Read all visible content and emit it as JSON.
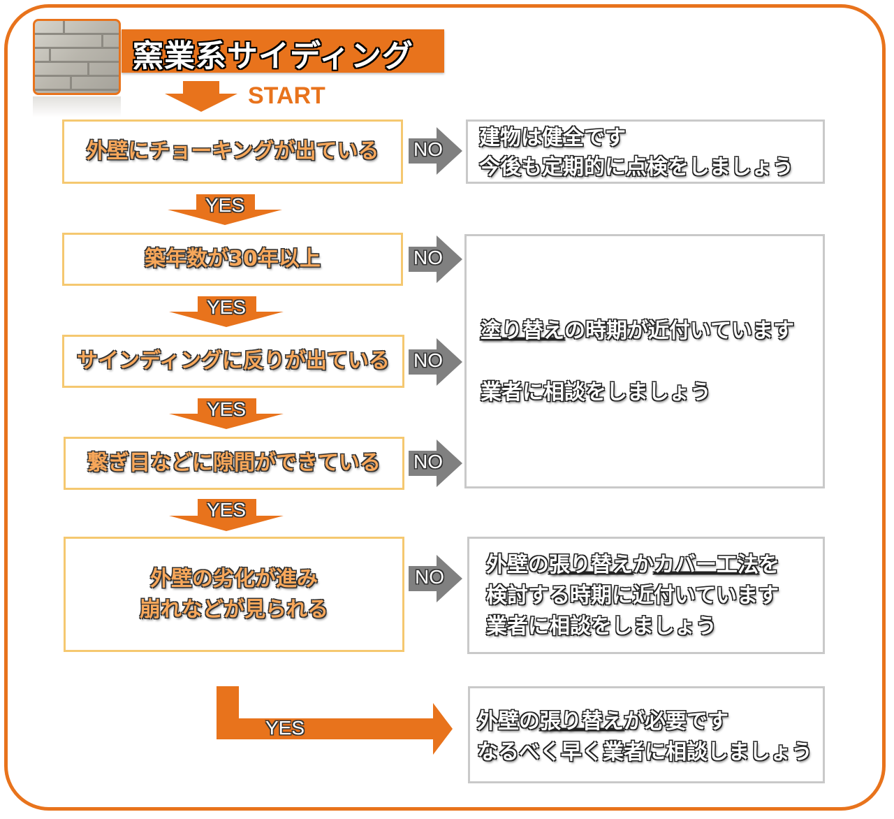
{
  "header": {
    "title": "窯業系サイディング",
    "start_label": "START"
  },
  "questions": [
    {
      "text": "外壁にチョーキングが出ている"
    },
    {
      "text": "築年数が30年以上"
    },
    {
      "text": "サインディングに反りが出ている"
    },
    {
      "text": "繋ぎ目などに隙間ができている"
    },
    {
      "text": "外壁の劣化が進み\n崩れなどが見られる"
    }
  ],
  "labels": {
    "yes": "YES",
    "no": "NO"
  },
  "results": {
    "healthy": {
      "line1": "建物は健全です",
      "line2": "今後も定期的に点検をしましょう"
    },
    "repaint": {
      "line1_underlined": "塗り替え",
      "line1_rest": "の時期が近付いています",
      "line2": "業者に相談をしましょう"
    },
    "cover": {
      "l1_a": "外壁の",
      "l1_b": "張り替え",
      "l1_c": "か",
      "l1_d": "カバー工法",
      "l1_e": "を",
      "line2": "検討する時期に近付いています",
      "line3": "業者に相談をしましょう"
    },
    "replace": {
      "l1_a": "外壁の",
      "l1_b": "張り替え",
      "l1_c": "が必要です",
      "line2": "なるべく早く業者に相談しましょう"
    }
  },
  "colors": {
    "accent": "#e8731c",
    "question_border": "#f5c870",
    "answer_border": "#c9c9c9",
    "no_arrow": "#808080"
  }
}
